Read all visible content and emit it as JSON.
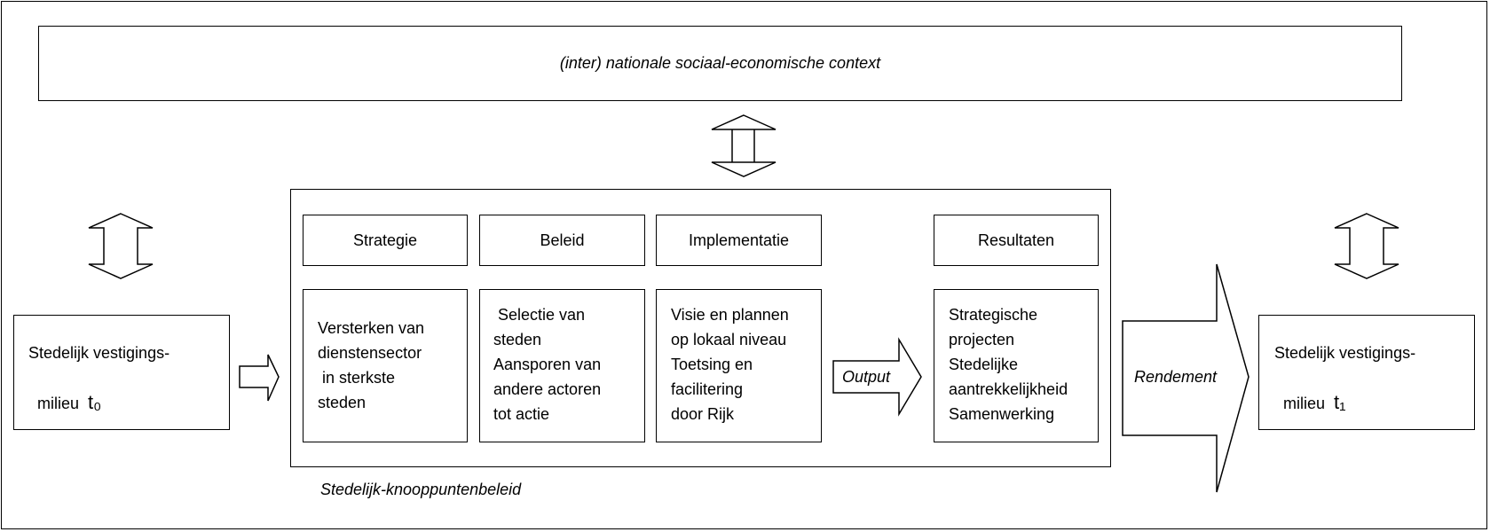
{
  "context": "(inter) nationale sociaal-economische context",
  "left_milieu": {
    "line1": "Stedelijk vestigings-",
    "line2": "milieu",
    "sub": "t₀"
  },
  "right_milieu": {
    "line1": "Stedelijk vestigings-",
    "line2": "milieu",
    "sub": "t₁"
  },
  "headers": {
    "strategie": "Strategie",
    "beleid": "Beleid",
    "implementatie": "Implementatie",
    "resultaten": "Resultaten"
  },
  "content": {
    "strategie": "Versterken van\ndienstensector\n in sterkste\nsteden",
    "beleid": " Selectie van\nsteden\nAansporen van\nandere actoren\ntot actie",
    "implementatie": "Visie en plannen\nop lokaal niveau\nToetsing en\nfacilitering\ndoor Rijk",
    "resultaten": "Strategische\nprojecten\nStedelijke\naantrekkelijkheid\nSamenwerking"
  },
  "output_label": "Output",
  "rendement_label": "Rendement",
  "caption": "Stedelijk-knooppuntenbeleid"
}
